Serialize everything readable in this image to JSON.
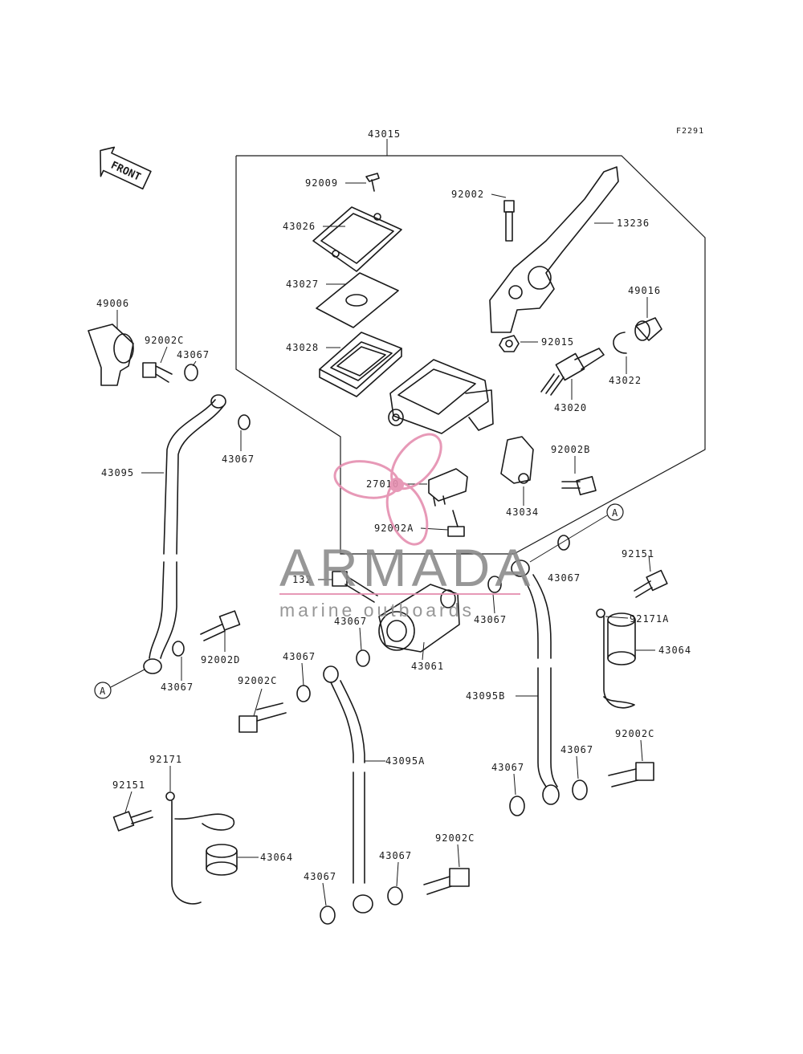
{
  "figure_code": "F2291",
  "front_label": "FRONT",
  "ref_marker": "A",
  "watermark": {
    "word": "ARMADA",
    "subtitle": "marine outboards",
    "word_color": "#8c8c8c",
    "accent_color": "#e58fb0"
  },
  "labels": {
    "p43015": "43015",
    "p92009": "92009",
    "p43026": "43026",
    "p43027": "43027",
    "p43028": "43028",
    "p92002": "92002",
    "p13236": "13236",
    "p49016": "49016",
    "p92015": "92015",
    "p43022": "43022",
    "p43020": "43020",
    "p92002B": "92002B",
    "p27010": "27010",
    "p43034": "43034",
    "p92002A": "92002A",
    "p49006": "49006",
    "p92002C_a": "92002C",
    "p43067_a": "43067",
    "p43067_b": "43067",
    "p43095": "43095",
    "p43067_c": "43067",
    "p92151_a": "92151",
    "p92171A": "92171A",
    "p43064_a": "43064",
    "p132": "132",
    "p43067_d": "43067",
    "p43067_e": "43067",
    "p43061": "43061",
    "p92002D": "92002D",
    "p43067_f": "43067",
    "p43067_g": "43067",
    "p92002C_b": "92002C",
    "p43095B": "43095B",
    "p92002C_c": "92002C",
    "p43067_h": "43067",
    "p43067_i": "43067",
    "p92171": "92171",
    "p92151_b": "92151",
    "p43095A": "43095A",
    "p43064_b": "43064",
    "p43067_j": "43067",
    "p43067_k": "43067",
    "p92002C_d": "92002C"
  }
}
